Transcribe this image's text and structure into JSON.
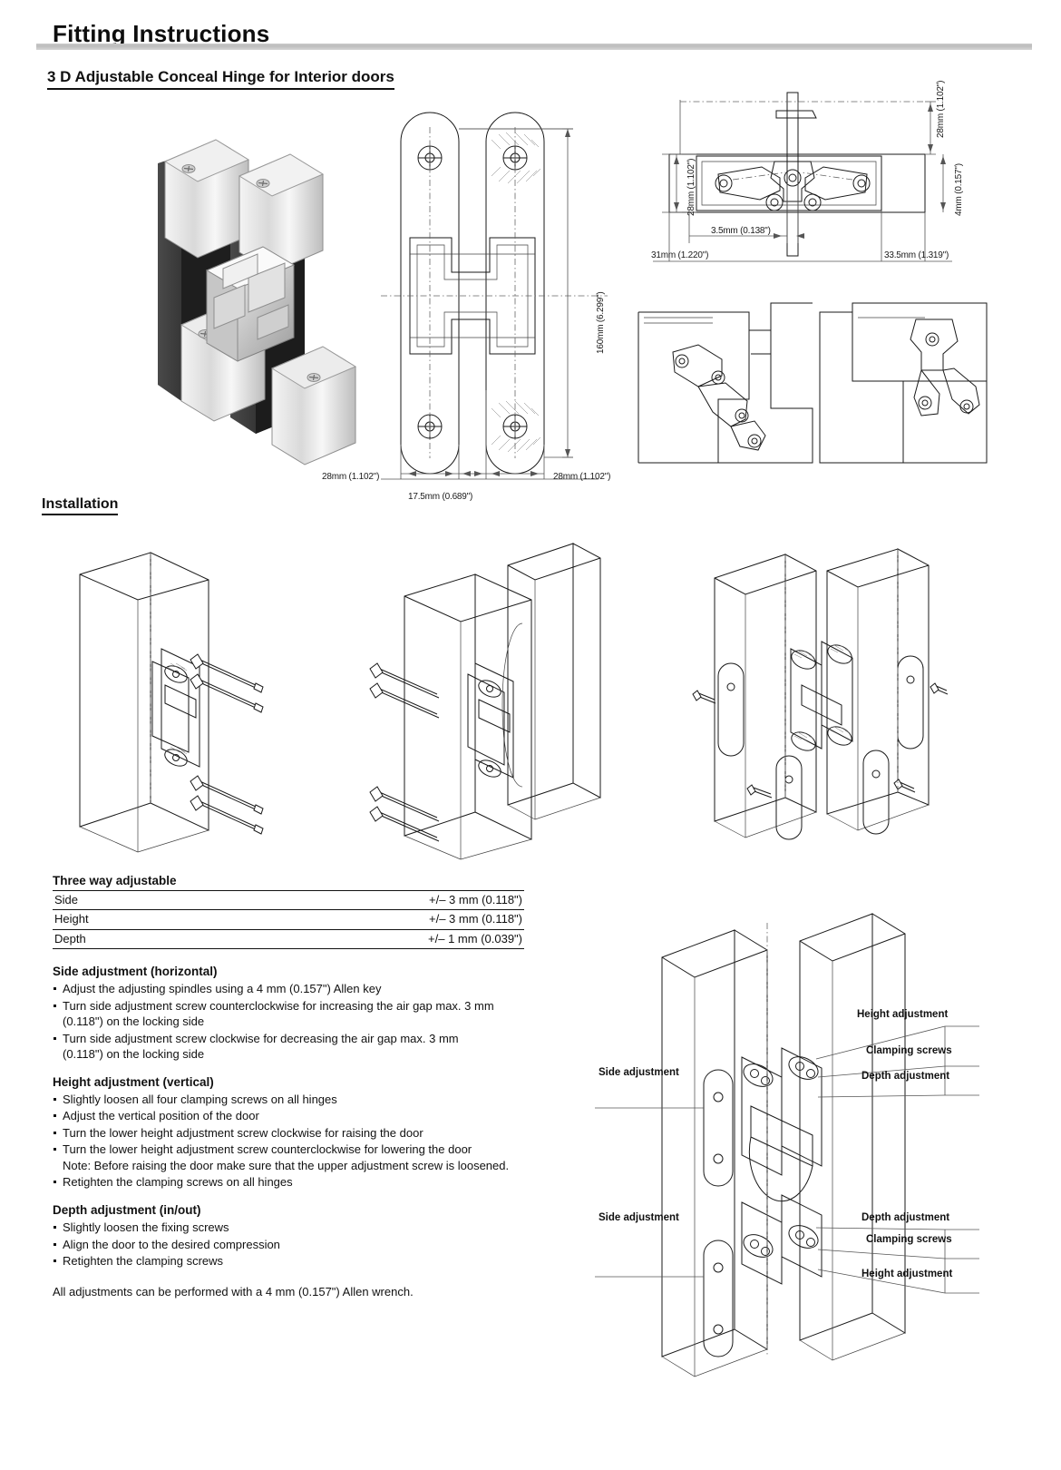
{
  "header": {
    "title": "Fitting Instructions",
    "subtitle": "3 D Adjustable Conceal Hinge for Interior doors"
  },
  "sections": {
    "installation_label": "Installation"
  },
  "drawing_front": {
    "height_dim": "160mm (6.299\")",
    "left_dim": "28mm (1.102\")",
    "right_dim": "28mm (1.102\")",
    "center_dim": "17.5mm (0.689\")"
  },
  "drawing_section": {
    "left_dim": "28mm (1.102\")",
    "top_right_dim": "28mm (1.102\")",
    "bottom_right_dim": "4mm (0.157\")",
    "gap_dim": "3.5mm (0.138\")",
    "door_dim": "31mm (1.220\")",
    "frame_dim": "33.5mm (1.319\")"
  },
  "adjust_table": {
    "title": "Three way adjustable",
    "rows": [
      {
        "name": "Side",
        "value": "+/– 3 mm (0.118\")"
      },
      {
        "name": "Height",
        "value": "+/– 3 mm (0.118\")"
      },
      {
        "name": "Depth",
        "value": "+/– 1 mm (0.039\")"
      }
    ]
  },
  "instructions": {
    "side": {
      "heading": "Side adjustment (horizontal)",
      "items": [
        "Adjust the adjusting spindles using a 4 mm (0.157\") Allen key",
        "Turn side adjustment screw counterclockwise for increasing the air gap max. 3 mm",
        "Turn side adjustment screw clockwise for decreasing the air gap max. 3 mm"
      ],
      "cont1": "(0.118\") on the locking side",
      "cont2": "(0.118\") on the locking side"
    },
    "height": {
      "heading": "Height adjustment (vertical)",
      "items": [
        "Slightly loosen all four clamping screws on all hinges",
        "Adjust the vertical position of the door",
        "Turn the lower height adjustment screw clockwise for raising the door",
        "Turn the lower height adjustment screw counterclockwise for lowering the door",
        "Retighten the clamping screws on all hinges"
      ],
      "note": "Note: Before raising the door make sure that the upper adjustment screw is loosened."
    },
    "depth": {
      "heading": "Depth adjustment (in/out)",
      "items": [
        "Slightly loosen the fixing screws",
        "Align the door to the desired compression",
        "Retighten the clamping screws"
      ]
    },
    "footnote": "All adjustments can be performed with a 4 mm (0.157\") Allen wrench."
  },
  "callouts": {
    "height_adjustment_top": "Height adjustment",
    "clamping_screws_top": "Clamping screws",
    "depth_adjustment_top": "Depth adjustment",
    "side_adjustment_top": "Side adjustment",
    "side_adjustment_bottom": "Side adjustment",
    "depth_adjustment_bottom": "Depth adjustment",
    "clamping_screws_bottom": "Clamping screws",
    "height_adjustment_bottom": "Height adjustment"
  },
  "colors": {
    "ink": "#111111",
    "rule": "#c9c9c9",
    "metal_light": "#e9e9e9",
    "metal_mid": "#d2d2d2",
    "metal_dark": "#b4b4b4"
  }
}
